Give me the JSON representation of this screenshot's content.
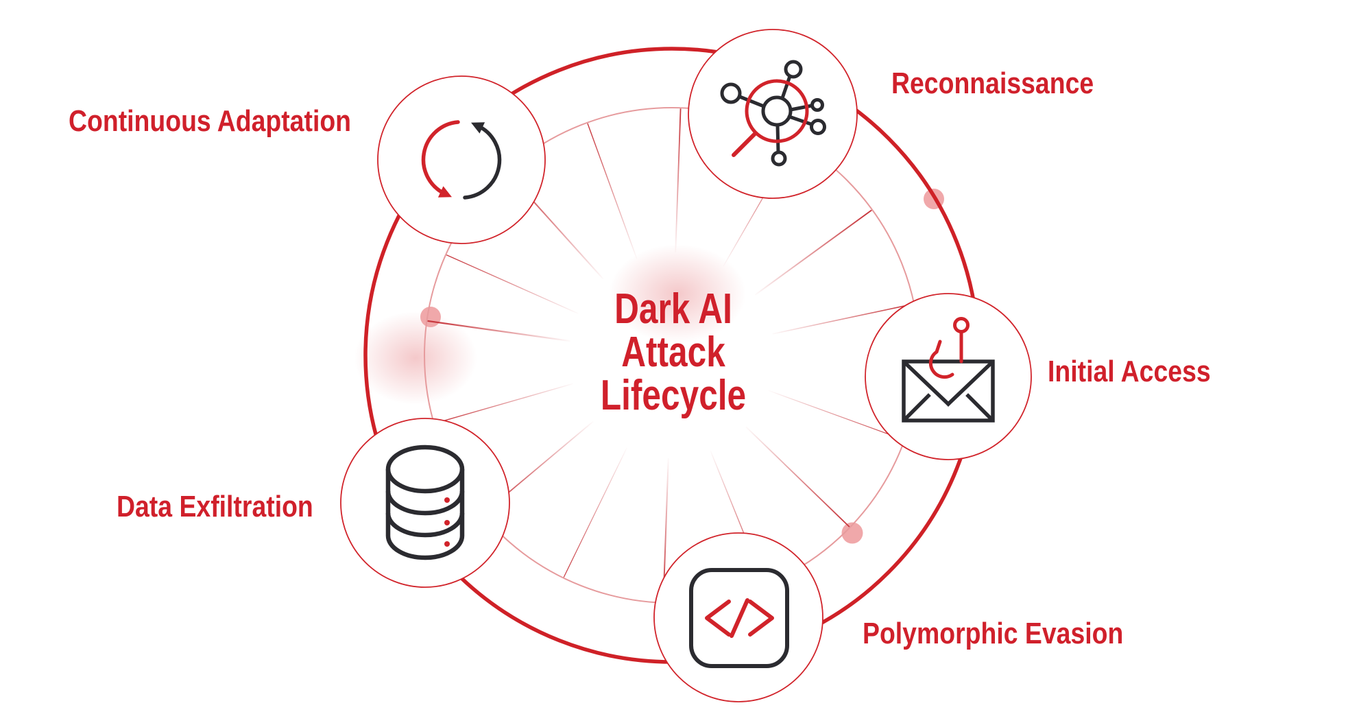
{
  "diagram": {
    "title": {
      "line1": "Dark AI",
      "line2": "Attack",
      "line3": "Lifecycle"
    },
    "nodes": [
      {
        "label": "Reconnaissance",
        "icon": "magnifier-network-icon"
      },
      {
        "label": "Initial Access",
        "icon": "phishing-email-icon"
      },
      {
        "label": "Polymorphic Evasion",
        "icon": "code-brackets-icon"
      },
      {
        "label": "Data Exfiltration",
        "icon": "database-icon"
      },
      {
        "label": "Continuous Adaptation",
        "icon": "cycle-arrows-icon"
      }
    ],
    "colors": {
      "accent_red": "#D1232A",
      "text_red": "#D0202B",
      "outer_ring_red": "#CF2127",
      "inner_ring_pink": "#E69B9D",
      "dot_pink": "#F0A8AA",
      "spoke_red": "#C8393F",
      "icon_dark": "#2B2B30",
      "background": "#FFFFFF"
    }
  }
}
